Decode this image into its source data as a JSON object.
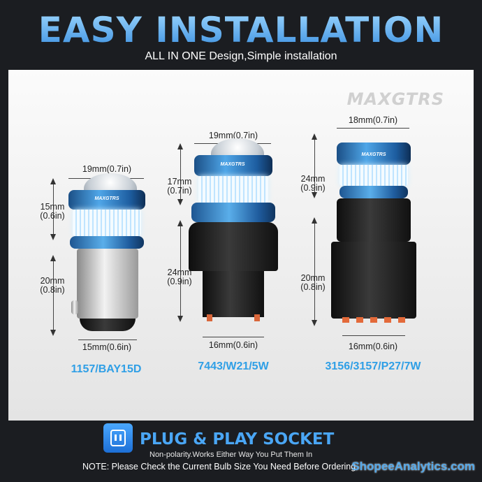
{
  "header": {
    "title": "EASY INSTALLATION",
    "subtitle": "ALL IN ONE Design,Simple installation"
  },
  "brand": "MAXGTRS",
  "bulbs": [
    {
      "model": "1157/BAY15D",
      "cap_label": "MAXGTRS",
      "dims": {
        "top_width": "19mm(0.7in)",
        "led_height": "15mm\n(0.6in)",
        "base_height": "20mm\n(0.8in)",
        "bottom_width": "15mm(0.6in)"
      }
    },
    {
      "model": "7443/W21/5W",
      "cap_label": "MAXGTRS",
      "dims": {
        "top_width": "19mm(0.7in)",
        "led_height": "17mm\n(0.7in)",
        "base_height": "24mm\n(0.9in)",
        "bottom_width": "16mm(0.6in)"
      }
    },
    {
      "model": "3156/3157/P27/7W",
      "cap_label": "MAXGTRS",
      "dims": {
        "top_width": "18mm(0.7in)",
        "led_height": "24mm\n(0.9in)",
        "base_height": "20mm\n(0.8in)",
        "bottom_width": "16mm(0.6in)"
      }
    }
  ],
  "footer": {
    "icon": "plug-socket-icon",
    "title": "PLUG & PLAY SOCKET",
    "subtitle": "Non-polarity.Works Either Way You Put Them In",
    "note": "NOTE: Please Check the Current Bulb Size You Need Before Ordering"
  },
  "watermark": "ShopeeAnalytics.com",
  "colors": {
    "accent": "#2f9fe6",
    "background": "#1b1d21"
  }
}
